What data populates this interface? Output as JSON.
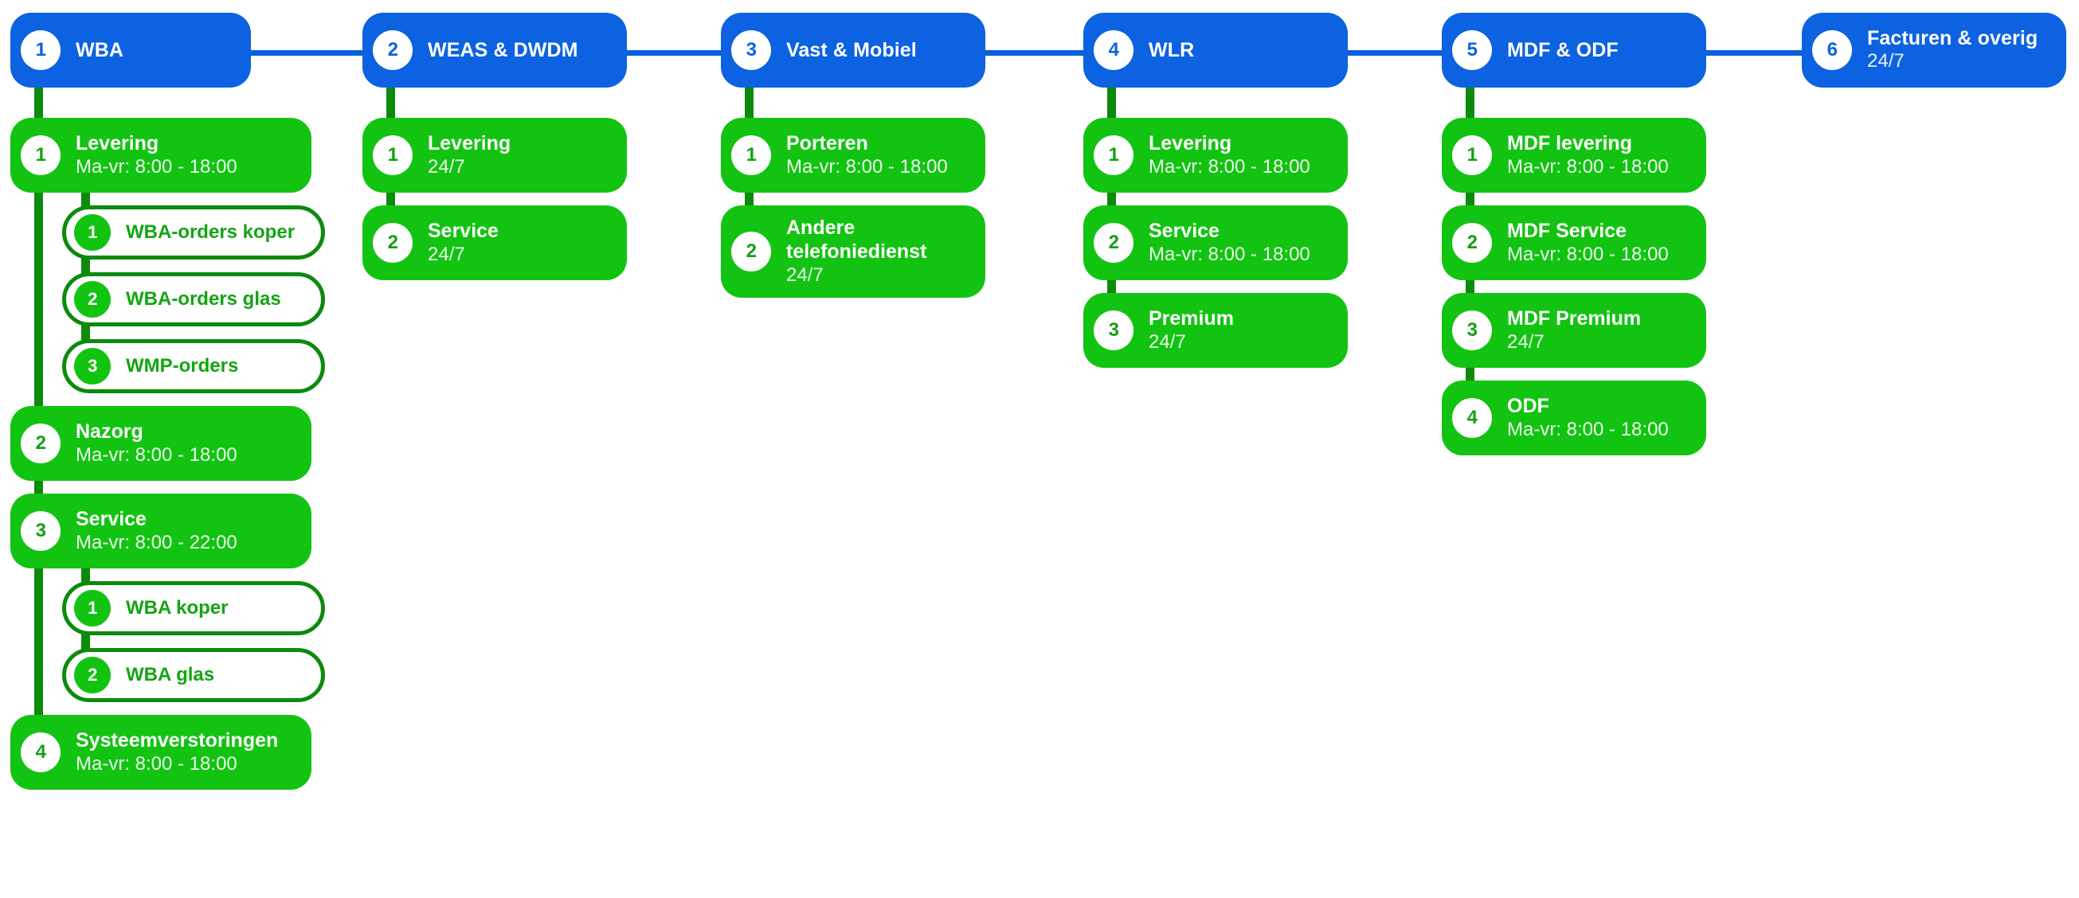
{
  "theme": {
    "blue": "#0C62E0",
    "green": "#13C312",
    "dark_green": "#0C8A0C",
    "white": "#FFFFFF",
    "background": "#FFFFFF"
  },
  "columns": [
    {
      "number": "1",
      "title": "WBA",
      "subtitle": "",
      "items": [
        {
          "number": "1",
          "title": "Levering",
          "hours": "Ma-vr: 8:00 - 18:00",
          "subitems": [
            {
              "number": "1",
              "title": "WBA-orders koper"
            },
            {
              "number": "2",
              "title": "WBA-orders glas"
            },
            {
              "number": "3",
              "title": "WMP-orders"
            }
          ]
        },
        {
          "number": "2",
          "title": "Nazorg",
          "hours": "Ma-vr: 8:00 - 18:00",
          "subitems": []
        },
        {
          "number": "3",
          "title": "Service",
          "hours": "Ma-vr: 8:00 - 22:00",
          "subitems": [
            {
              "number": "1",
              "title": "WBA koper"
            },
            {
              "number": "2",
              "title": "WBA glas"
            }
          ]
        },
        {
          "number": "4",
          "title": "Systeemverstoringen",
          "hours": "Ma-vr: 8:00 - 18:00",
          "subitems": []
        }
      ]
    },
    {
      "number": "2",
      "title": "WEAS & DWDM",
      "subtitle": "",
      "items": [
        {
          "number": "1",
          "title": "Levering",
          "hours": "24/7",
          "subitems": []
        },
        {
          "number": "2",
          "title": "Service",
          "hours": "24/7",
          "subitems": []
        }
      ]
    },
    {
      "number": "3",
      "title": "Vast & Mobiel",
      "subtitle": "",
      "items": [
        {
          "number": "1",
          "title": "Porteren",
          "hours": "Ma-vr: 8:00 - 18:00",
          "subitems": []
        },
        {
          "number": "2",
          "title": "Andere telefoniedienst",
          "hours": "24/7",
          "subitems": []
        }
      ]
    },
    {
      "number": "4",
      "title": "WLR",
      "subtitle": "",
      "items": [
        {
          "number": "1",
          "title": "Levering",
          "hours": "Ma-vr: 8:00 - 18:00",
          "subitems": []
        },
        {
          "number": "2",
          "title": "Service",
          "hours": "Ma-vr: 8:00 - 18:00",
          "subitems": []
        },
        {
          "number": "3",
          "title": "Premium",
          "hours": "24/7",
          "subitems": []
        }
      ]
    },
    {
      "number": "5",
      "title": "MDF & ODF",
      "subtitle": "",
      "items": [
        {
          "number": "1",
          "title": "MDF levering",
          "hours": "Ma-vr: 8:00 - 18:00",
          "subitems": []
        },
        {
          "number": "2",
          "title": "MDF Service",
          "hours": "Ma-vr: 8:00 - 18:00",
          "subitems": []
        },
        {
          "number": "3",
          "title": "MDF Premium",
          "hours": "24/7",
          "subitems": []
        },
        {
          "number": "4",
          "title": "ODF",
          "hours": "Ma-vr: 8:00 - 18:00",
          "subitems": []
        }
      ]
    },
    {
      "number": "6",
      "title": "Facturen & overig",
      "subtitle": "24/7",
      "items": []
    }
  ]
}
